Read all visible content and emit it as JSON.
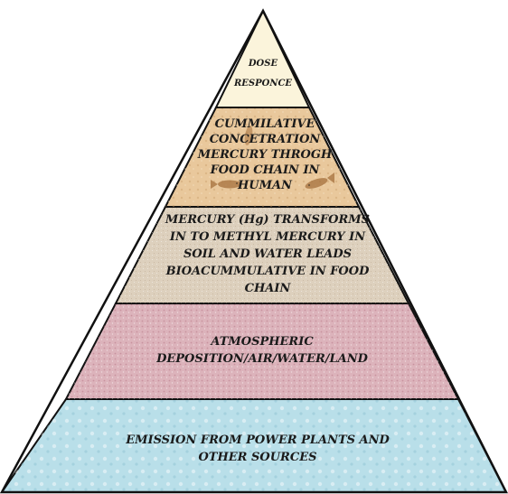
{
  "diagram": {
    "type": "pyramid",
    "tiers": [
      {
        "id": "tier-5",
        "label": "DOSE RESPONCE",
        "fill": "#fbf4db"
      },
      {
        "id": "tier-4",
        "label": "CUMMILATIVE CONCETRATION MERCURY THROGH FOOD CHAIN IN HUMAN",
        "fill": "#e9c89c"
      },
      {
        "id": "tier-3",
        "label": "MERCURY (Hg) TRANSFORMS IN TO METHYL MERCURY  IN SOIL AND WATER LEADS BIOACUMMULATIVE IN FOOD CHAIN",
        "fill": "#ddd0bd"
      },
      {
        "id": "tier-2",
        "label": "ATMOSPHERIC DEPOSITION/AIR/WATER/LAND",
        "fill": "#dcb3bb"
      },
      {
        "id": "tier-1",
        "label": "EMISSION FROM POWER PLANTS AND OTHER SOURCES",
        "fill": "#b9dfe9"
      }
    ],
    "colors": {
      "outline": "#111111",
      "text": "#1a1a1a",
      "fish": "#a5703d"
    }
  }
}
